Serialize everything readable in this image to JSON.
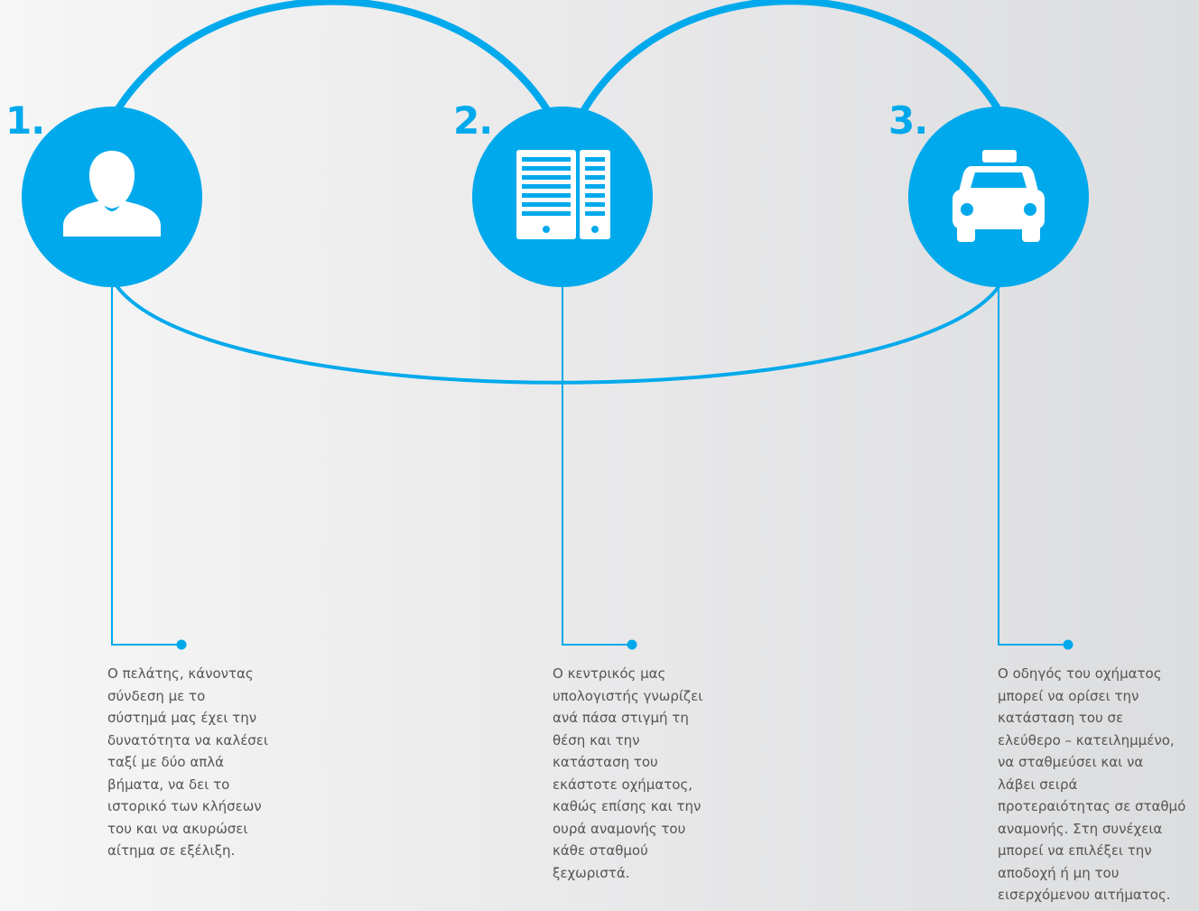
{
  "colors": {
    "accent": "#00a9ec",
    "icon": "#ffffff",
    "text": "#555555"
  },
  "steps": [
    {
      "number": "1.",
      "icon": "user-icon",
      "description": "Ο πελάτης, κάνοντας\nσύνδεση με το\nσύστημά μας έχει την\nδυνατότητα να καλέσει\nταξί με δύο απλά\nβήματα, να δει το\nιστορικό των κλήσεων\nτου και να ακυρώσει\nαίτημα σε εξέλιξη."
    },
    {
      "number": "2.",
      "icon": "server-icon",
      "description": "Ο κεντρικός μας\nυπολογιστής γνωρίζει\nανά πάσα στιγμή τη\nθέση και την\nκατάσταση του\nεκάστοτε οχήματος,\nκαθώς επίσης και την\nουρά αναμονής του\nκάθε σταθμού\nξεχωριστά."
    },
    {
      "number": "3.",
      "icon": "taxi-icon",
      "description": "Ο οδηγός του οχήματος\nμπορεί να ορίσει την\nκατάσταση του σε\nελεύθερο – κατειλημμένο,\nνα σταθμεύσει και να\nλάβει σειρά\nπροτεραιότητας σε σταθμό\nαναμονής. Στη συνέχεια\nμπορεί να επιλέξει την\nαποδοχή ή μη του\nεισερχόμενου αιτήματος."
    }
  ]
}
